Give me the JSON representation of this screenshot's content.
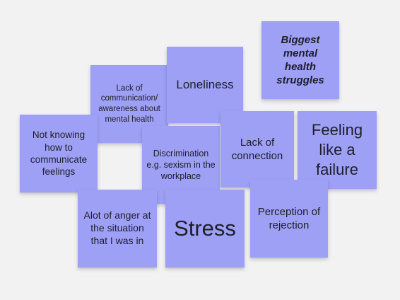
{
  "board": {
    "notes": [
      {
        "id": "biggest-struggles",
        "text": "Biggest mental health struggles"
      },
      {
        "id": "loneliness",
        "text": "Loneliness"
      },
      {
        "id": "lack-of-communication",
        "text": "Lack of communication/ awareness about mental health"
      },
      {
        "id": "not-knowing",
        "text": "Not knowing how to communicate feelings"
      },
      {
        "id": "discrimination",
        "text": "Discrimination e.g. sexism in the workplace"
      },
      {
        "id": "lack-of-connection",
        "text": "Lack of connection"
      },
      {
        "id": "feeling-failure",
        "text": "Feeling like a failure"
      },
      {
        "id": "anger",
        "text": "Alot of anger at the situation that I was in"
      },
      {
        "id": "stress",
        "text": "Stress"
      },
      {
        "id": "perception-rejection",
        "text": "Perception of rejection"
      }
    ]
  },
  "colors": {
    "sticky_note": "#9ea0f5",
    "background": "#f2f2f2",
    "text": "#1e1e2a"
  }
}
